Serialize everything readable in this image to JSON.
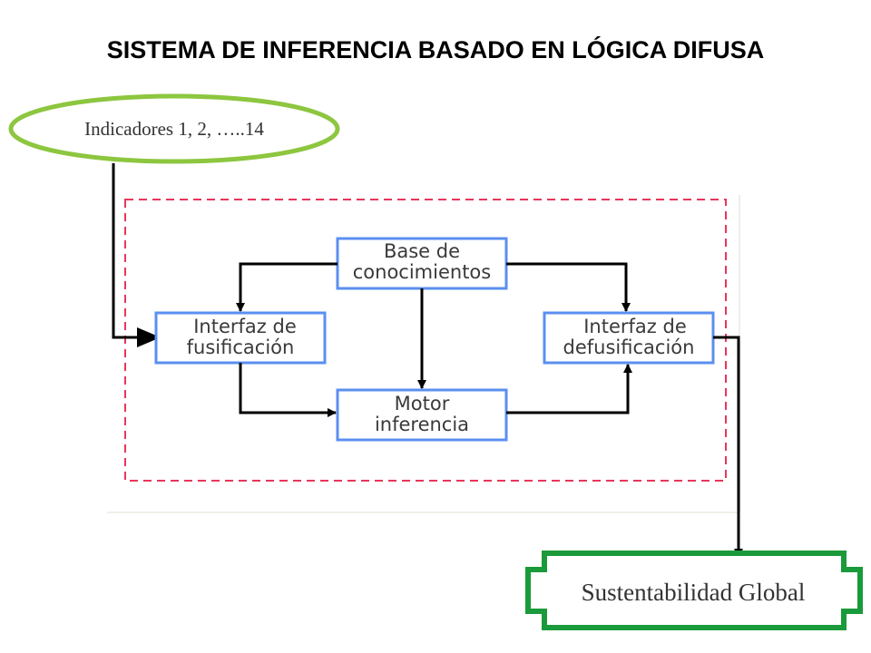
{
  "title": "SISTEMA DE INFERENCIA BASADO EN LÓGICA DIFUSA",
  "input": {
    "label": "Indicadores 1, 2, …..14"
  },
  "output": {
    "label": "Sustentabilidad Global"
  },
  "blocks": {
    "base": {
      "line1": "Base de",
      "line2": "conocimientos"
    },
    "fusificacion": {
      "line1": "Interfaz de",
      "line2": "fusificación"
    },
    "motor": {
      "line1": "Motor",
      "line2": "inferencia"
    },
    "defusificacion": {
      "line1": "Interfaz de",
      "line2": "defusificación"
    }
  },
  "colors": {
    "input_ellipse_border": "#8dc63f",
    "output_box_border": "#1a9a3a",
    "block_border": "#5b8ff0",
    "dashed_border": "#e8365a",
    "arrow": "#000000"
  }
}
